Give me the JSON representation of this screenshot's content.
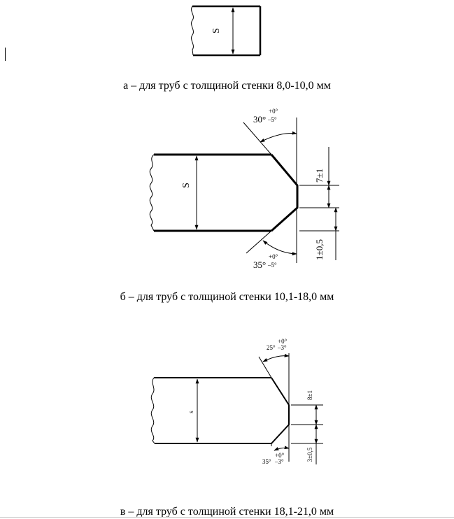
{
  "captions": {
    "a": "а – для труб с толщиной стенки 8,0-10,0 мм",
    "b": "б – для труб с толщиной стенки 10,1-18,0 мм",
    "c": "в – для труб с толщиной стенки 18,1-21,0 мм"
  },
  "figure_a": {
    "thickness_label": "S"
  },
  "figure_b": {
    "thickness_label": "S",
    "top_angle": "30°",
    "top_tol_plus": "+0°",
    "top_tol_minus": "–5°",
    "bottom_angle": "35°",
    "bottom_tol_plus": "+0°",
    "bottom_tol_minus": "–5°",
    "land_dim": "7±1",
    "gap_dim": "1±0,5"
  },
  "figure_c": {
    "thickness_label": "s",
    "top_angle": "25°",
    "top_tol_plus": "+0°",
    "top_tol_minus": "–3°",
    "bottom_angle": "35°",
    "bottom_tol_plus": "+0°",
    "bottom_tol_minus": "–3°",
    "land_dim": "8±1",
    "gap_dim": "3±0,5"
  },
  "colors": {
    "ink": "#000000",
    "background": "#ffffff"
  }
}
